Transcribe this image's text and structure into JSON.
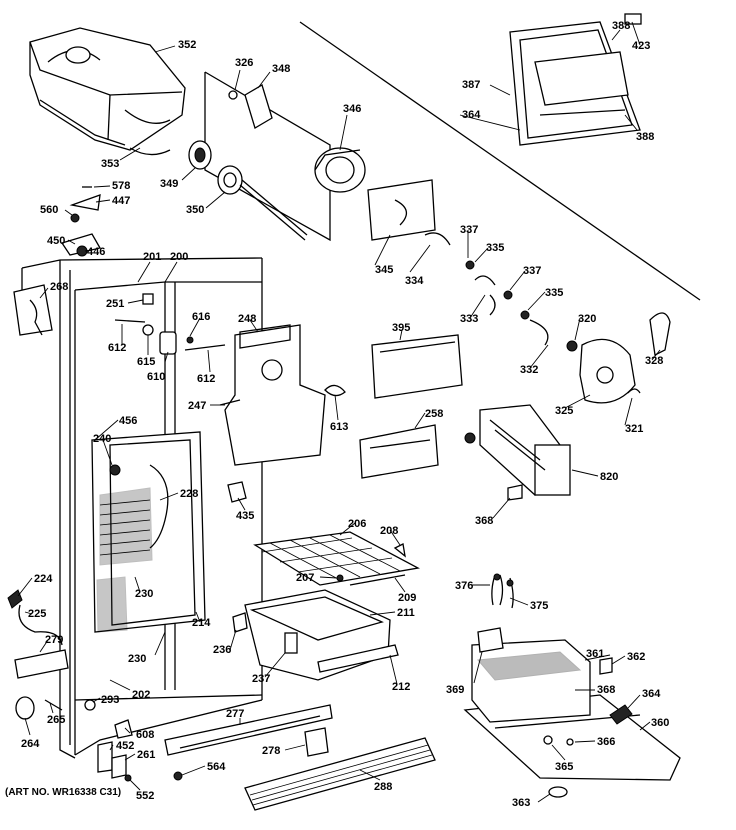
{
  "diagram": {
    "art_number": "(ART NO. WR16338 C31)",
    "parts": {
      "p352": "352",
      "p326": "326",
      "p348": "348",
      "p346": "346",
      "p387": "387",
      "p388a": "388",
      "p423": "423",
      "p388b": "388",
      "p364a": "364",
      "p353": "353",
      "p349": "349",
      "p350": "350",
      "p578": "578",
      "p447": "447",
      "p560": "560",
      "p450": "450",
      "p446": "446",
      "p201": "201",
      "p200": "200",
      "p268": "268",
      "p251": "251",
      "p612a": "612",
      "p615a": "615",
      "p610": "610",
      "p616": "616",
      "p612b": "612",
      "p248": "248",
      "p247": "247",
      "p613": "613",
      "p345": "345",
      "p334": "334",
      "p337a": "337",
      "p335a": "335",
      "p337b": "337",
      "p335b": "335",
      "p333": "333",
      "p320": "320",
      "p332": "332",
      "p328": "328",
      "p395": "395",
      "p258": "258",
      "p325": "325",
      "p321": "321",
      "p820": "820",
      "p368a": "368",
      "p456": "456",
      "p240": "240",
      "p228": "228",
      "p435": "435",
      "p206": "206",
      "p208": "208",
      "p207": "207",
      "p209": "209",
      "p211": "211",
      "p376": "376",
      "p375": "375",
      "p224": "224",
      "p225": "225",
      "p279": "279",
      "p230a": "230",
      "p230b": "230",
      "p214": "214",
      "p236": "236",
      "p237": "237",
      "p212": "212",
      "p361": "361",
      "p362": "362",
      "p369": "369",
      "p368b": "368",
      "p364b": "364",
      "p360": "360",
      "p202": "202",
      "p293": "293",
      "p265": "265",
      "p264": "264",
      "p608": "608",
      "p452": "452",
      "p261": "261",
      "p552": "552",
      "p277": "277",
      "p278": "278",
      "p564": "564",
      "p288": "288",
      "p366": "366",
      "p365": "365",
      "p363": "363"
    }
  }
}
